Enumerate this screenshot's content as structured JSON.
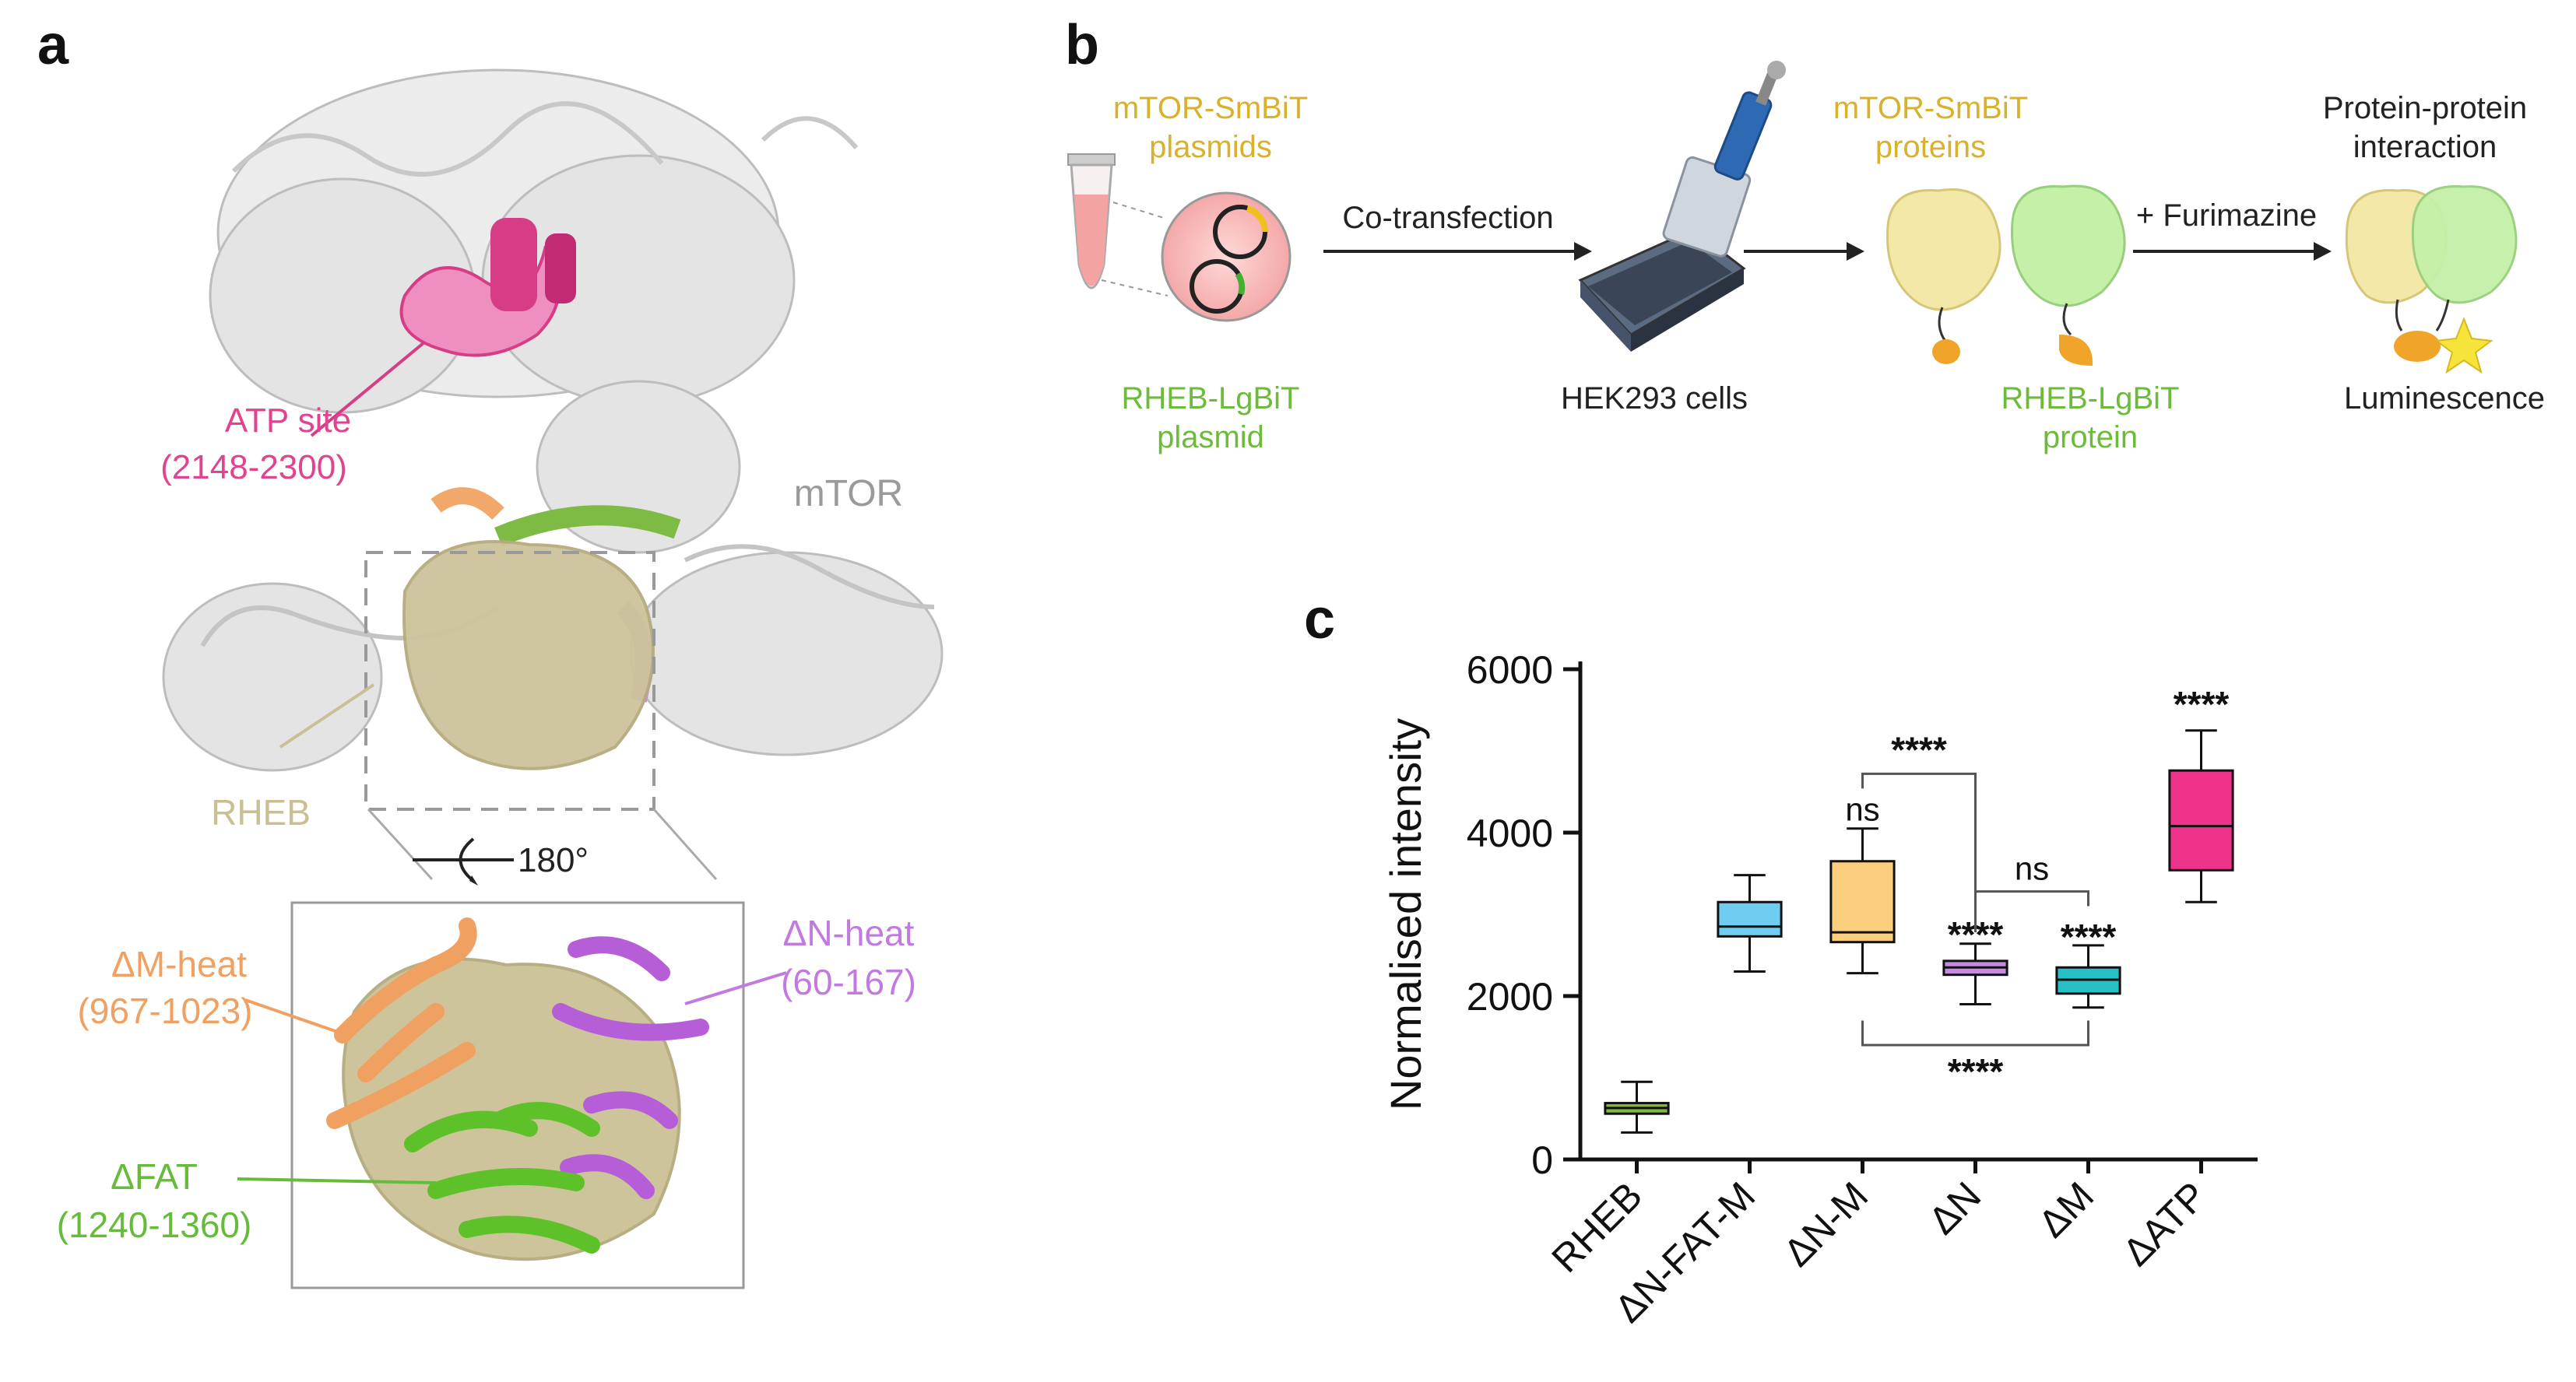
{
  "panels": {
    "a": "a",
    "b": "b",
    "c": "c"
  },
  "panel_a": {
    "atp_site": "ATP site",
    "atp_range": "(2148-2300)",
    "mtor": "mTOR",
    "rheb": "RHEB",
    "rotation": "180°",
    "dm_heat": "ΔM-heat",
    "dm_range": "(967-1023)",
    "dn_heat": "ΔN-heat",
    "dn_range": "(60-167)",
    "dfat": "ΔFAT",
    "dfat_range": "(1240-1360)"
  },
  "panel_b": {
    "smbit_plasmids_1": "mTOR-SmBiT",
    "smbit_plasmids_2": "plasmids",
    "lgbit_plasmid_1": "RHEB-LgBiT",
    "lgbit_plasmid_2": "plasmid",
    "cotransfection": "Co-transfection",
    "hek": "HEK293 cells",
    "smbit_proteins_1": "mTOR-SmBiT",
    "smbit_proteins_2": "proteins",
    "lgbit_protein_1": "RHEB-LgBiT",
    "lgbit_protein_2": "protein",
    "furimazine": "+ Furimazine",
    "ppi_1": "Protein-protein",
    "ppi_2": "interaction",
    "luminescence": "Luminescence"
  },
  "colors": {
    "magenta": "#e0448f",
    "gray_label": "#9a9a9a",
    "rheb_tan": "#c8bf95",
    "orange": "#f0a060",
    "purple": "#c27ae0",
    "green": "#66bb3a",
    "gold": "#d9b12c",
    "lgbit_green": "#6dbb3a"
  },
  "chart_data": {
    "type": "box",
    "ylabel": "Normalised intensity",
    "ylim": [
      0,
      6000
    ],
    "yticks": [
      0,
      2000,
      4000,
      6000
    ],
    "categories": [
      "RHEB",
      "ΔN-FAT-M",
      "ΔN-M",
      "ΔN",
      "ΔM",
      "ΔATP"
    ],
    "boxes": [
      {
        "min": 330,
        "q1": 560,
        "median": 630,
        "q3": 690,
        "max": 950,
        "color": "#7fba3c"
      },
      {
        "min": 2300,
        "q1": 2730,
        "median": 2850,
        "q3": 3150,
        "max": 3480,
        "color": "#6fcdf2"
      },
      {
        "min": 2280,
        "q1": 2660,
        "median": 2780,
        "q3": 3650,
        "max": 4050,
        "color": "#fbcf7e"
      },
      {
        "min": 1900,
        "q1": 2260,
        "median": 2350,
        "q3": 2430,
        "max": 2640,
        "color": "#c58be0"
      },
      {
        "min": 1860,
        "q1": 2030,
        "median": 2200,
        "q3": 2350,
        "max": 2620,
        "color": "#27c0c6"
      },
      {
        "min": 3150,
        "q1": 3540,
        "median": 4080,
        "q3": 4760,
        "max": 5250,
        "color": "#f0338a"
      }
    ],
    "annotations": [
      {
        "text": "****",
        "category": "ΔN",
        "y": 2600
      },
      {
        "text": "****",
        "category": "ΔM",
        "y": 2570
      },
      {
        "text": "****",
        "category": "ΔATP",
        "y": 5420
      },
      {
        "text": "ns",
        "category": "ΔN-M",
        "y": 4150
      }
    ],
    "brackets": [
      {
        "from": "ΔN-M",
        "to": "ΔN",
        "y": 4720,
        "drop_from": 0,
        "drop_to": 2000,
        "text": "****",
        "side": "top"
      },
      {
        "from": "ΔN",
        "to": "ΔM",
        "y": 3280,
        "drop_from": 180,
        "drop_to": 180,
        "text": "ns",
        "side": "top"
      },
      {
        "from": "ΔN-M",
        "to": "ΔM",
        "y": 1400,
        "drop_from": -300,
        "drop_to": -300,
        "text": "****",
        "side": "bottom"
      }
    ]
  }
}
